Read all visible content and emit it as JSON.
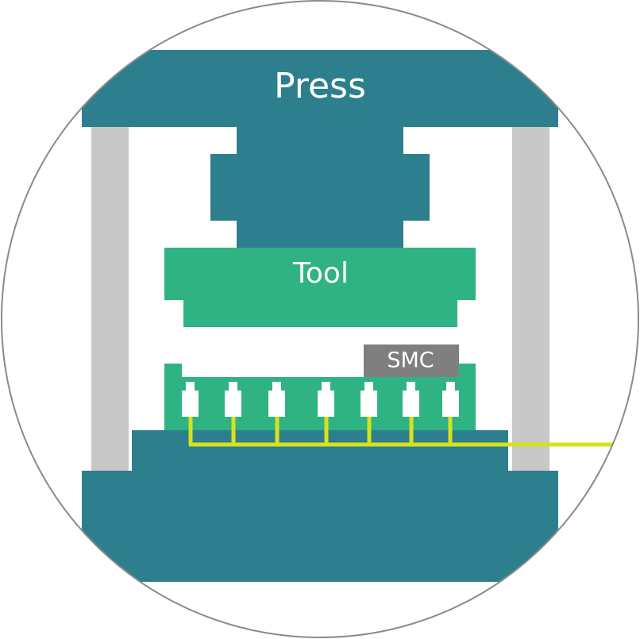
{
  "labels": {
    "press": "Press",
    "tool": "Tool",
    "smc": "SMC"
  },
  "colors": {
    "press": "#2e7f8e",
    "tool": "#2fb382",
    "column": "#c8c8c8",
    "smc": "#7f7f7f",
    "wire": "#d6e21c",
    "sensor": "#ffffff",
    "circle_border": "#8a8a8a"
  },
  "sensor_count": 7
}
